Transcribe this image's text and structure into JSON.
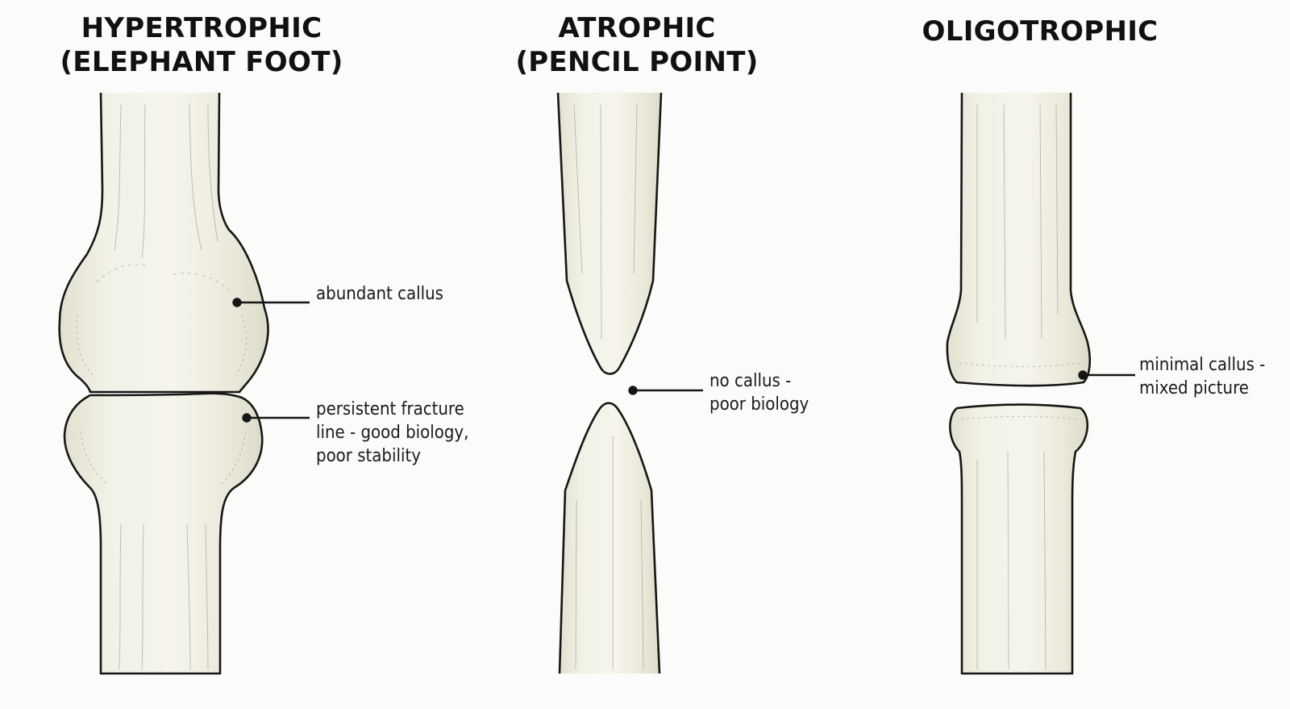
{
  "panels": [
    {
      "title_lines": [
        "HYPERTROPHIC",
        "(ELEPHANT FOOT)"
      ],
      "annotations": [
        {
          "lines": [
            "abundant callus"
          ]
        },
        {
          "lines": [
            "persistent fracture",
            "line - good biology,",
            "poor stability"
          ]
        }
      ]
    },
    {
      "title_lines": [
        "ATROPHIC",
        "(PENCIL POINT)"
      ],
      "annotations": [
        {
          "lines": [
            "no callus -",
            "poor biology"
          ]
        }
      ]
    },
    {
      "title_lines": [
        "OLIGOTROPHIC"
      ],
      "annotations": [
        {
          "lines": [
            "minimal callus -",
            "mixed picture"
          ]
        }
      ]
    }
  ],
  "colors": {
    "bone_fill": "#efeee1",
    "outline": "#161616",
    "background": "#fbfbf9"
  }
}
